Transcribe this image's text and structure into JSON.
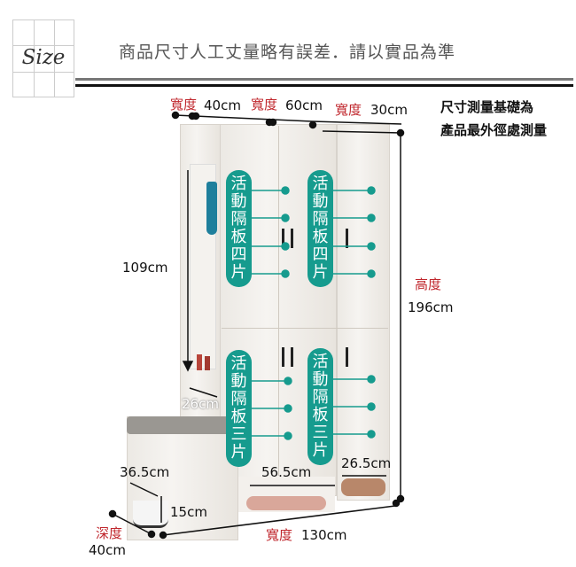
{
  "header": {
    "size_label": "Size",
    "title": "商品尺寸人工丈量略有誤差．請以實品為準"
  },
  "note": {
    "line1": "尺寸測量基礎為",
    "line2": "產品最外徑處測量"
  },
  "dimensions": {
    "width_label": "寬度",
    "depth_label": "深度",
    "height_label": "高度",
    "top_widths": [
      "40cm",
      "60cm",
      "30cm"
    ],
    "height": "196cm",
    "hanger_height": "109cm",
    "shelf_depth": "26cm",
    "bench_depth": "36.5cm",
    "bottom_mid": "56.5cm",
    "bottom_right": "26.5cm",
    "bench_gap": "15cm",
    "total_depth": "40cm",
    "total_width": "130cm"
  },
  "callouts": {
    "upper": "活動隔板四片",
    "lower": "活動隔板三片"
  },
  "colors": {
    "accent_teal": "#169b8e",
    "label_red": "#c0272d"
  }
}
